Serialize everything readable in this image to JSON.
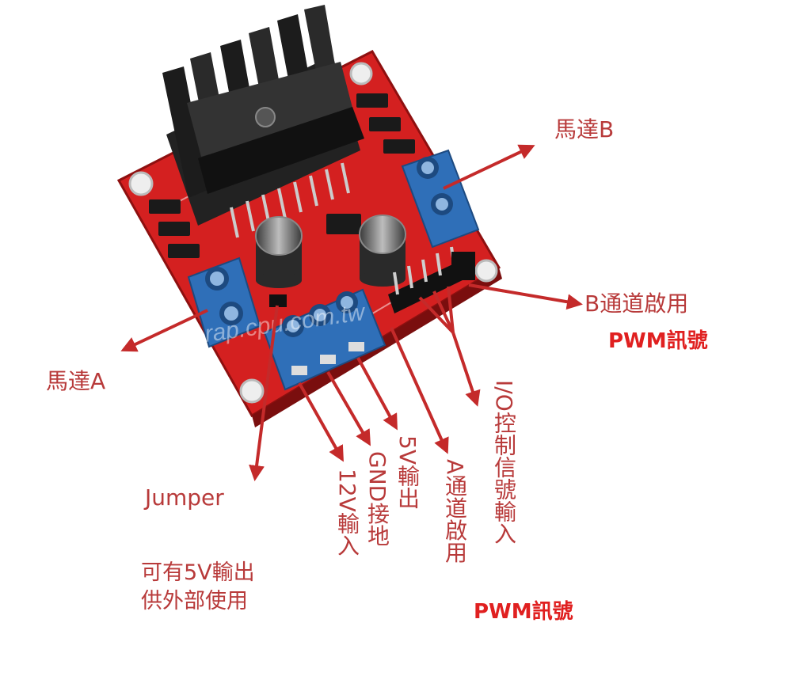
{
  "labels": {
    "motor_b": "馬達B",
    "motor_a": "馬達A",
    "b_enable": "B通道啟用",
    "b_pwm": "PWM訊號",
    "jumper": "Jumper",
    "jumper_note_line1": "可有5V輸出",
    "jumper_note_line2": "供外部使用",
    "v12_input": "12V輸入",
    "gnd": "GND接地",
    "v5_output": "5V輸出",
    "a_enable": "A通道啟用",
    "a_pwm": "PWM訊號",
    "io_control": "I/O控制信號輸入"
  },
  "board": {
    "watermark": "rap.cpu.com.tw"
  },
  "colors": {
    "pcb": "#d42020",
    "heatsink": "#1e1e1e",
    "terminal": "#2f6fb8",
    "arrow": "#c42a2a",
    "label": "#b83a3a",
    "pwm": "#e02020"
  }
}
